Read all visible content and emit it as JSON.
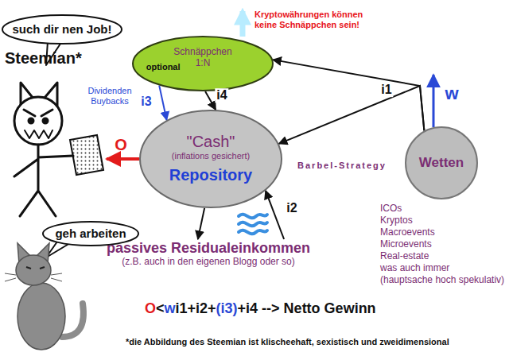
{
  "diagram": {
    "nodes": [
      {
        "text": [
          "such dir nen Job!"
        ]
      },
      {
        "text": [
          "Schnäppchen 1:N",
          "optional"
        ]
      },
      {
        "text": [
          "\"Cash\"",
          "(inflations gesichert)",
          "Repository"
        ]
      },
      {
        "text": [
          "Wetten"
        ]
      },
      {
        "text": [
          "passives Residualeinkommen",
          "(z.B. auch in den eigenen Blogg oder so)"
        ]
      },
      {
        "text": [
          "geh arbeiten"
        ]
      }
    ],
    "edges": [
      {
        "from": 1,
        "to": 2,
        "arrow": "to",
        "label": "i4"
      },
      {
        "from": 1,
        "to": 2,
        "arrow": "to",
        "label": "i3"
      },
      {
        "from": 3,
        "to": 1,
        "arrow": "to",
        "label": "i1"
      },
      {
        "from": 3,
        "to": 2,
        "arrow": "to",
        "label": "Barbel-Strategy"
      },
      {
        "from": 2,
        "to": 4,
        "arrow": "to"
      },
      {
        "from": 4,
        "to": 2,
        "arrow": "to",
        "label": "i2"
      }
    ],
    "labels": [
      "Steemian*",
      "Kryptowährungen können keine Schnäppchen sein!",
      "Dividenden Buybacks",
      "O",
      "w",
      "ICOs",
      "Kryptos",
      "Macroevents",
      "Microevents",
      "Real-estate",
      "was auch immer",
      "(hauptsache hoch spekulativ)",
      "O",
      "<",
      "w",
      "i1+i2+",
      "(i3)",
      "+i4 --> Netto Gewinn",
      "*die Abbildung des Steemian ist klischeehaft, sexistisch und zweidimensional"
    ]
  }
}
